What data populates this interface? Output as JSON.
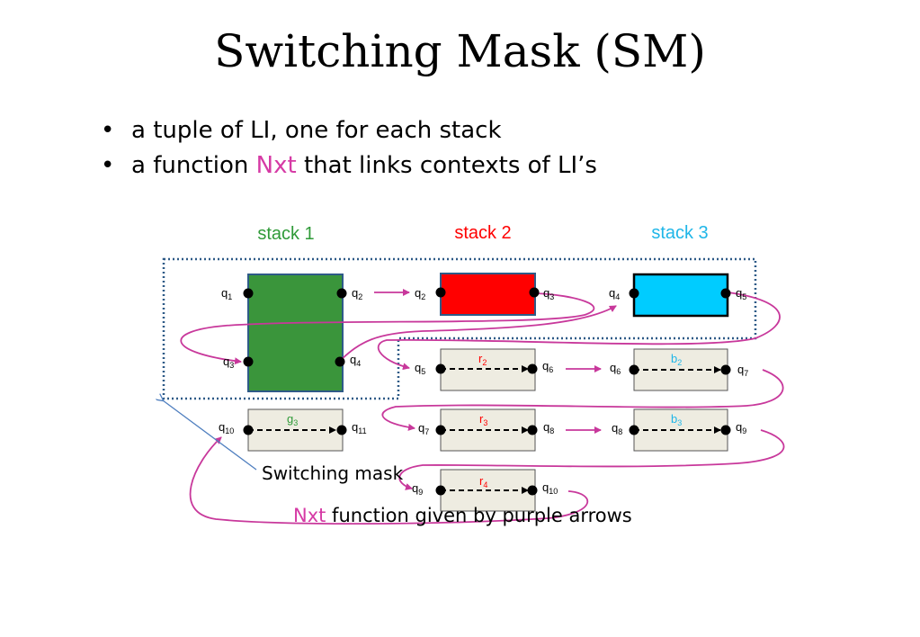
{
  "title": "Switching Mask (SM)",
  "bullets": [
    {
      "text": "a tuple of LI, one for each stack"
    },
    {
      "prefix": "a function ",
      "highlight": "Nxt",
      "suffix": " that links contexts of LI’s"
    }
  ],
  "stacks": [
    {
      "label": "stack 1",
      "color": "#2f9a38"
    },
    {
      "label": "stack 2",
      "color": "#ff0000"
    },
    {
      "label": "stack 3",
      "color": "#1fb6e8"
    }
  ],
  "states": {
    "q": "q",
    "q1": "1",
    "q2": "2",
    "q3": "3",
    "q4": "4",
    "q5": "5",
    "q6": "6",
    "q7": "7",
    "q8": "8",
    "q9": "9",
    "q10": "10",
    "q11": "11"
  },
  "box_labels": {
    "g3": {
      "base": "g",
      "sub": "3"
    },
    "r2": {
      "base": "r",
      "sub": "2"
    },
    "r3": {
      "base": "r",
      "sub": "3"
    },
    "r4": {
      "base": "r",
      "sub": "4"
    },
    "b2": {
      "base": "b",
      "sub": "2"
    },
    "b3": {
      "base": "b",
      "sub": "3"
    }
  },
  "annotations": {
    "switching_mask": "Switching mask",
    "nxt_highlight": "Nxt",
    "nxt_rest": " function given by purple arrows"
  },
  "colors": {
    "green_block": "#3a953b",
    "red_block": "#ff0000",
    "cyan_block": "#00ccff",
    "context_box_fill": "#eeece1",
    "purple_arrow": "#c8389b",
    "mask_border": "#2e5a87",
    "pointer_line": "#4f7fbf",
    "red_text": "#ff0000",
    "green_text": "#2f9a38",
    "blue_text": "#1fb6e8"
  }
}
